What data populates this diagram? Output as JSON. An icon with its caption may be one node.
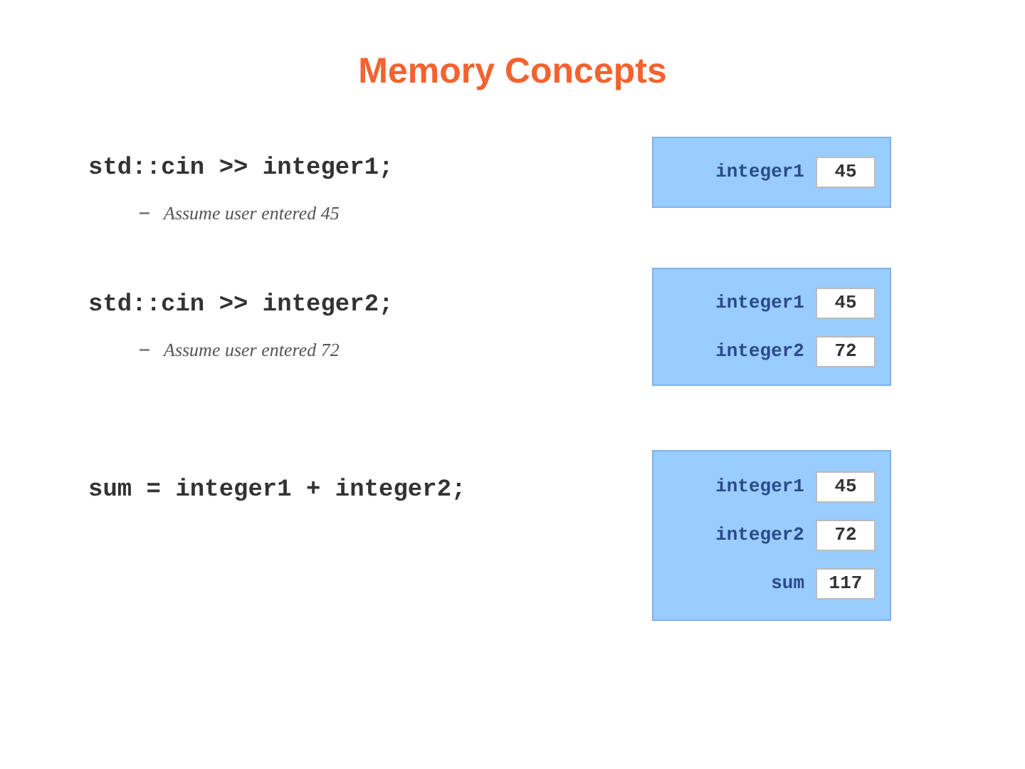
{
  "diagram": {
    "title": "Memory Concepts",
    "nodes": [
      {
        "text": [],
        "shape": "box"
      },
      {
        "text": [
          "45"
        ],
        "in": 0,
        "beside": [
          "integer1"
        ]
      },
      {
        "text": [],
        "shape": "box"
      },
      {
        "text": [
          "45"
        ],
        "in": 2,
        "beside": [
          "integer1"
        ]
      },
      {
        "text": [
          "72"
        ],
        "in": 2,
        "beside": [
          "integer2"
        ]
      },
      {
        "text": [],
        "shape": "box"
      },
      {
        "text": [
          "45"
        ],
        "in": 5,
        "beside": [
          "integer1"
        ]
      },
      {
        "text": [
          "72"
        ],
        "in": 5,
        "beside": [
          "integer2"
        ]
      },
      {
        "text": [
          "117"
        ],
        "in": 5,
        "beside": [
          "sum"
        ]
      }
    ],
    "labels": [
      "std::cin >> integer1;",
      "Assume user entered 45",
      "std::cin >> integer2;",
      "Assume user entered 72",
      "sum = integer1 + integer2;"
    ]
  }
}
